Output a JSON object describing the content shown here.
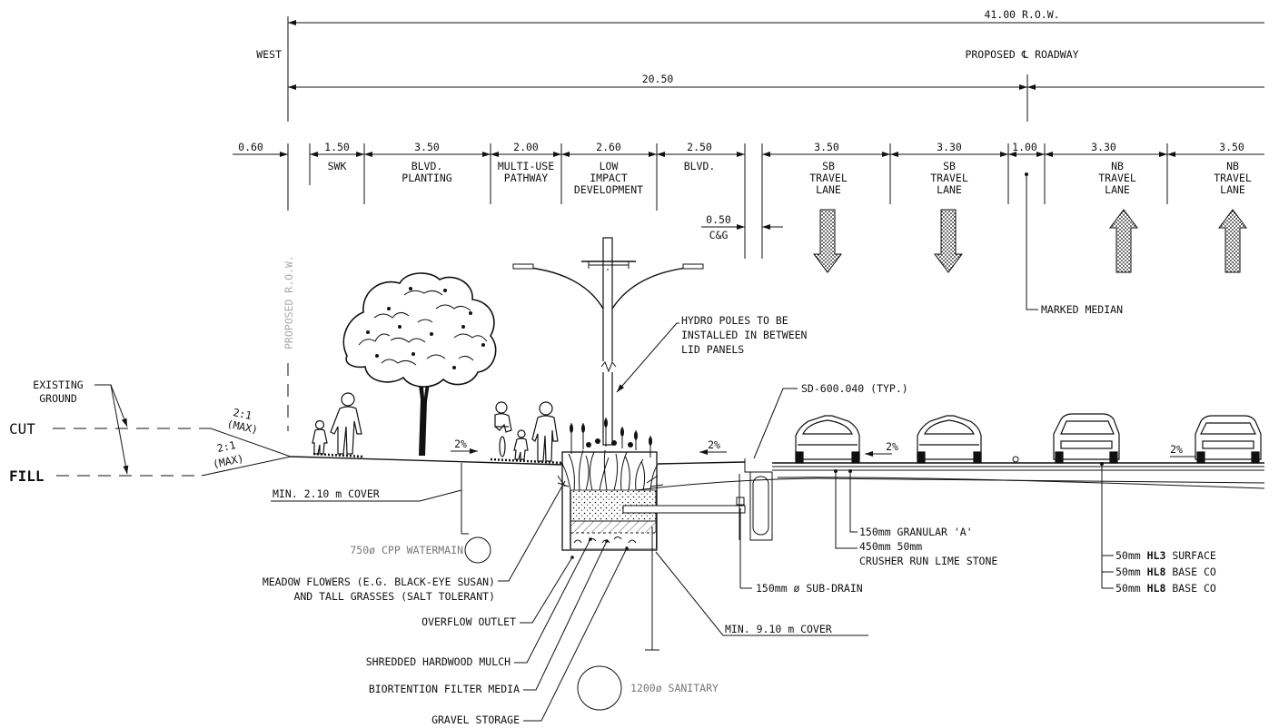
{
  "top": {
    "row_width": "41.00 R.O.W.",
    "west": "WEST",
    "centerline_label": "PROPOSED ℄ ROADWAY",
    "half_width": "20.50"
  },
  "segments": [
    {
      "dim": "0.60",
      "lines": []
    },
    {
      "dim": "1.50",
      "lines": [
        "SWK"
      ]
    },
    {
      "dim": "3.50",
      "lines": [
        "BLVD.",
        "PLANTING"
      ]
    },
    {
      "dim": "2.00",
      "lines": [
        "MULTI-USE",
        "PATHWAY"
      ]
    },
    {
      "dim": "2.60",
      "lines": [
        "LOW",
        "IMPACT",
        "DEVELOPMENT"
      ]
    },
    {
      "dim": "2.50",
      "lines": [
        "BLVD."
      ]
    },
    {
      "dim": "3.50",
      "lines": [
        "SB",
        "TRAVEL",
        "LANE"
      ]
    },
    {
      "dim": "3.30",
      "lines": [
        "SB",
        "TRAVEL",
        "LANE"
      ]
    },
    {
      "dim": "1.00",
      "lines": []
    },
    {
      "dim": "3.30",
      "lines": [
        "NB",
        "TRAVEL",
        "LANE"
      ]
    },
    {
      "dim": "3.50",
      "lines": [
        "NB",
        "TRAVEL",
        "LANE"
      ]
    }
  ],
  "curb": {
    "dim": "0.50",
    "label": "C&G"
  },
  "row_label": "PROPOSED R.O.W.",
  "callouts": {
    "marked_median": "MARKED MEDIAN",
    "hydro": [
      "HYDRO POLES TO BE",
      "INSTALLED IN BETWEEN",
      "LID PANELS"
    ],
    "existing_ground": [
      "EXISTING",
      "GROUND"
    ],
    "cut": "CUT",
    "fill": "FILL",
    "slope_cut": [
      "2:1",
      "(MAX)"
    ],
    "slope_fill": [
      "2:1",
      "(MAX)"
    ],
    "slope_pct": "2%",
    "sd": "SD-600.040 (TYP.)",
    "min_cover_water": "MIN. 2.10 m COVER",
    "watermain": "750ø CPP WATERMAIN",
    "meadow": [
      "MEADOW FLOWERS (E.G. BLACK-EYE SUSAN)",
      "AND TALL GRASSES (SALT TOLERANT)"
    ],
    "overflow": "OVERFLOW OUTLET",
    "mulch": "SHREDDED HARDWOOD MULCH",
    "filter": "BIORTENTION FILTER MEDIA",
    "gravel": "GRAVEL STORAGE",
    "sanitary": "1200ø SANITARY",
    "min_cover_san": "MIN. 9.10 m COVER",
    "granular": "150mm GRANULAR 'A'",
    "crusher1": "450mm 50mm",
    "crusher2": "CRUSHER RUN LIME STONE",
    "subdrain": "150mm ø SUB-DRAIN",
    "asphalt": [
      {
        "pre": "50mm ",
        "bold": "HL3",
        "post": " SURFACE"
      },
      {
        "pre": "50mm ",
        "bold": "HL8",
        "post": " BASE CO"
      },
      {
        "pre": "50mm ",
        "bold": "HL8",
        "post": " BASE CO"
      }
    ]
  }
}
